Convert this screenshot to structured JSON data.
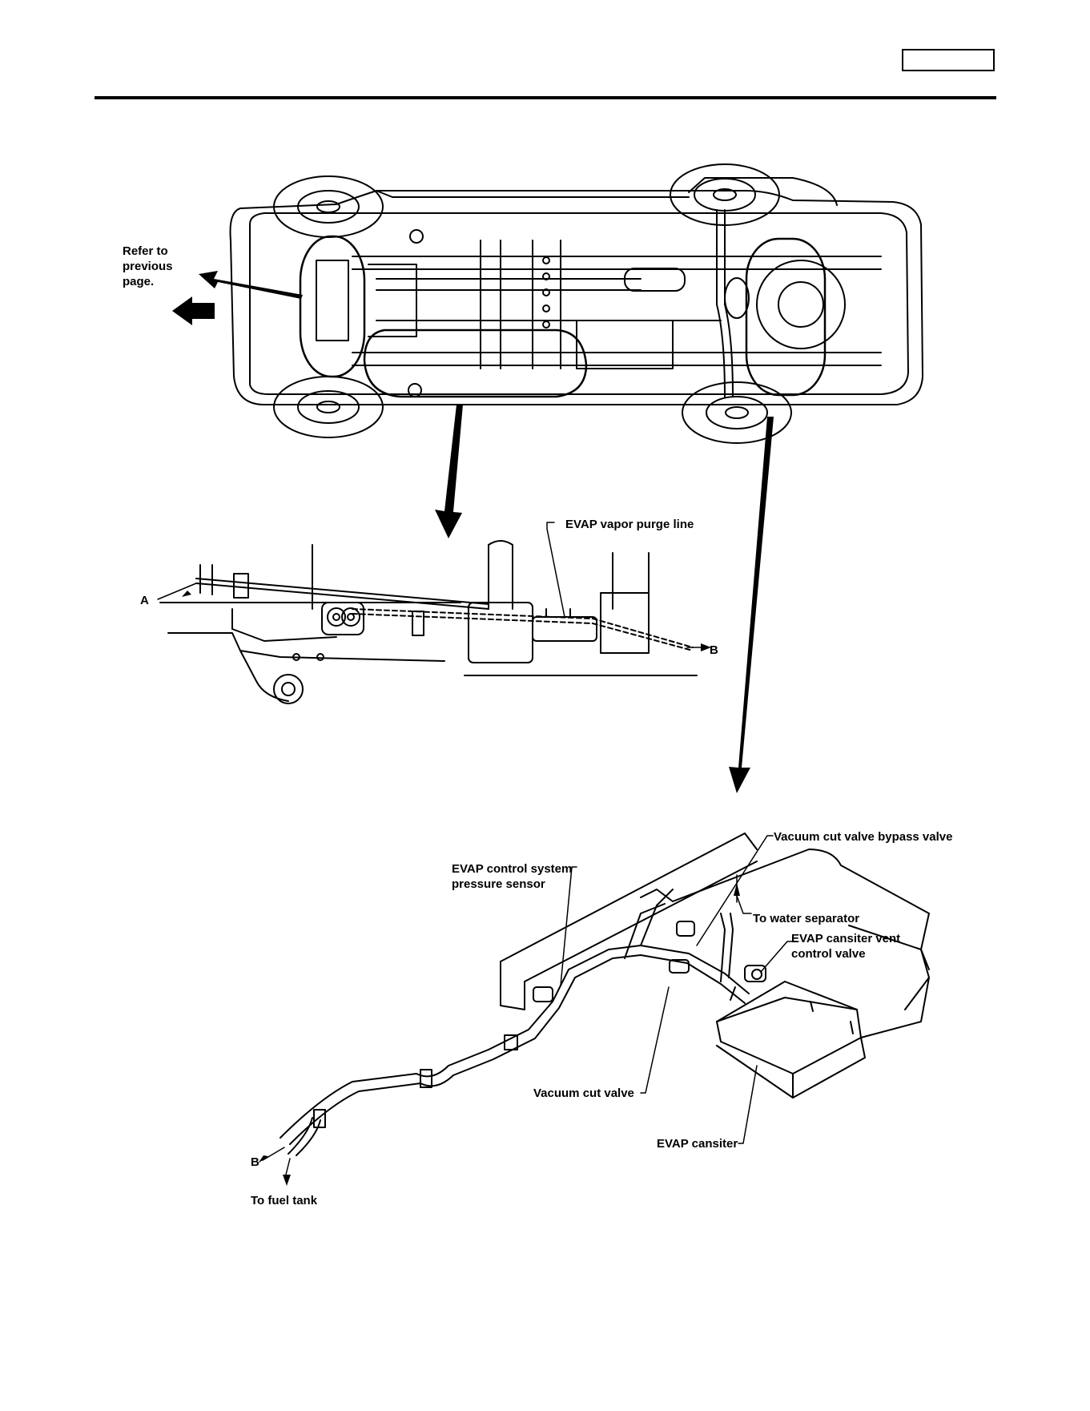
{
  "header": {
    "page_tag": ""
  },
  "top_view": {
    "refer_note": "Refer to\nprevious\npage."
  },
  "purge_line_view": {
    "evap_vapor_purge_line": "EVAP vapor purge line",
    "point_a": "A",
    "point_b": "B"
  },
  "canister_view": {
    "vacuum_cut_valve_bypass_valve": "Vacuum cut valve bypass valve",
    "evap_control_system_pressure_sensor": "EVAP control system\npressure sensor",
    "to_water_separator": "To water separator",
    "evap_canister_vent_control_valve": "EVAP cansiter vent\ncontrol valve",
    "vacuum_cut_valve": "Vacuum cut valve",
    "evap_canister": "EVAP cansiter",
    "point_b": "B",
    "to_fuel_tank": "To fuel tank"
  },
  "colors": {
    "ink": "#000000",
    "paper": "#ffffff"
  },
  "icons": [
    "pointer-arrow-icon",
    "callout-arrow-icon"
  ]
}
